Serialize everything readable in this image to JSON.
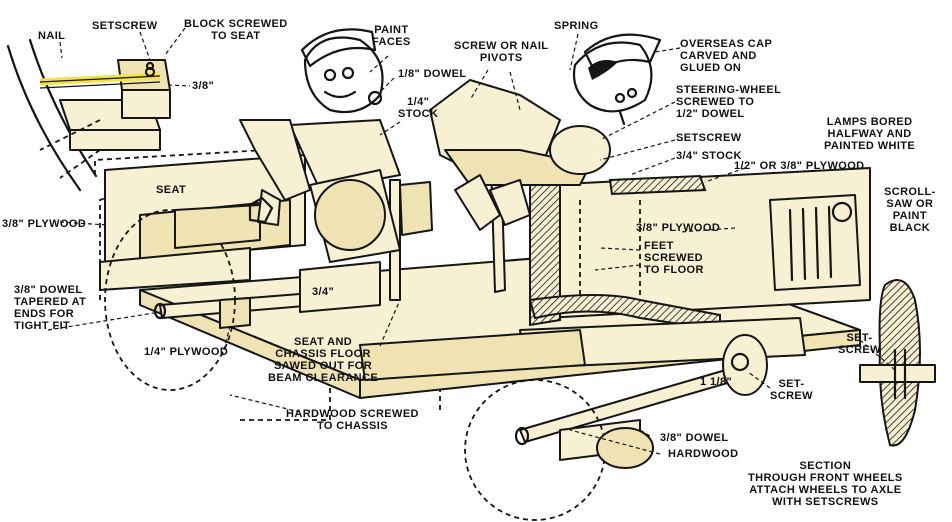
{
  "labels": {
    "nail": "NAIL",
    "setscrew_top": "SETSCREW",
    "block_screwed": "BLOCK SCREWED\nTO SEAT",
    "three_eighths_inset": "3/8\"",
    "paint_faces": "PAINT\nFACES",
    "eighth_dowel": "1/8\" DOWEL",
    "quarter_stock": "1/4\"\nSTOCK",
    "spring": "SPRING",
    "screw_nail_pivots": "SCREW OR NAIL\nPIVOTS",
    "overseas_cap": "OVERSEAS CAP\nCARVED AND\nGLUED ON",
    "steering_wheel": "STEERING-WHEEL\nSCREWED TO\n1/2\" DOWEL",
    "setscrew_mid": "SETSCREW",
    "three_quarter_stock": "3/4\" STOCK",
    "half_or_3_8_plywood": "1/2\" OR 3/8\" PLYWOOD",
    "lamps_bored": "LAMPS BORED\nHALFWAY AND\nPAINTED WHITE",
    "scroll_saw": "SCROLL-\nSAW OR\nPAINT\nBLACK",
    "plywood_left": "3/8\" PLYWOOD",
    "seat": "SEAT",
    "plywood_center": "3/8\" PLYWOOD",
    "feet_screwed": "FEET\nSCREWED\nTO FLOOR",
    "three_quarter_block": "3/4\"",
    "dowel_tapered": "3/8\" DOWEL\nTAPERED AT\nENDS FOR\nTIGHT FIT",
    "quarter_plywood": "1/4\" PLYWOOD",
    "seat_chassis": "SEAT AND\nCHASSIS FLOOR\nSAWED OUT FOR\nBEAM CLEARANCE",
    "hardwood_screwed": "HARDWOOD SCREWED\nTO CHASSIS",
    "set_screw_right": "SET-\nSCREW",
    "one_and_eighth": "1 1/8\"",
    "set_screw_wheel": "SET-\nSCREW",
    "three_eighths_dowel": "3/8\" DOWEL",
    "hardwood": "HARDWOOD",
    "section": "SECTION\nTHROUGH FRONT WHEELS\nATTACH WHEELS TO AXLE\nWITH SETSCREWS"
  },
  "colors": {
    "ink": "#151515",
    "wood_light": "#f7f0d2",
    "wood_mid": "#efe3b4",
    "face_skin": "#ffffff",
    "highlight_yellow": "#f2e34a"
  }
}
